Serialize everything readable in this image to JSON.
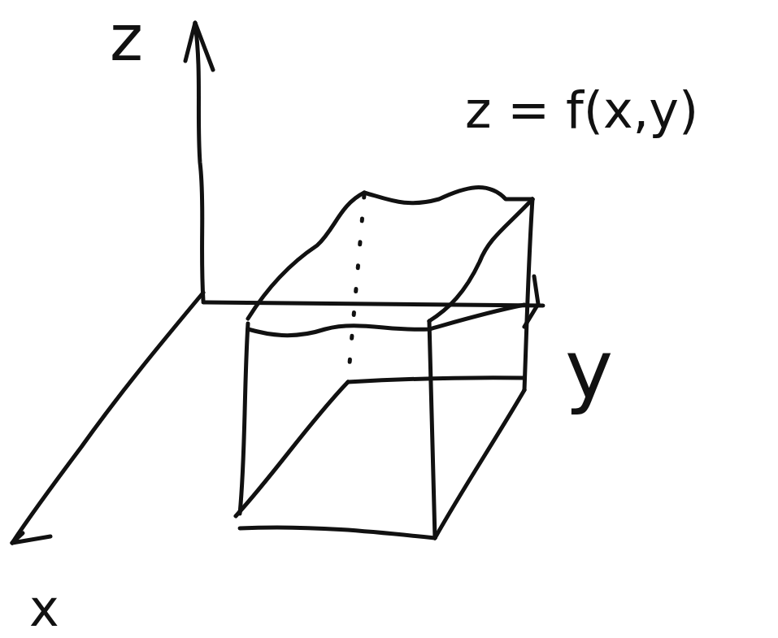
{
  "diagram": {
    "labels": [
      "z",
      "z = f(x,y)",
      "y",
      "x"
    ]
  }
}
